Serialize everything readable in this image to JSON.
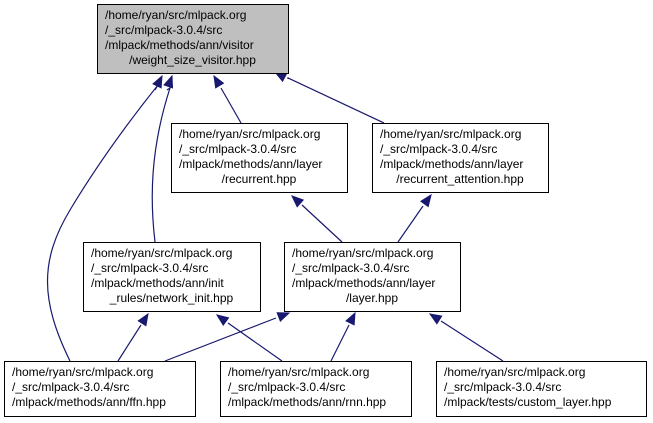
{
  "diagram": {
    "type": "include-dependency-graph",
    "colors": {
      "edge": "#191970",
      "root_fill": "#bfbfbf",
      "node_fill": "#ffffff",
      "border": "#000000"
    },
    "nodes": [
      {
        "id": "weight_size_visitor",
        "root": true,
        "lines": [
          "/home/ryan/src/mlpack.org",
          "/_src/mlpack-3.0.4/src",
          "/mlpack/methods/ann/visitor",
          "/weight_size_visitor.hpp"
        ]
      },
      {
        "id": "recurrent",
        "root": false,
        "lines": [
          "/home/ryan/src/mlpack.org",
          "/_src/mlpack-3.0.4/src",
          "/mlpack/methods/ann/layer",
          "/recurrent.hpp"
        ]
      },
      {
        "id": "recurrent_attention",
        "root": false,
        "lines": [
          "/home/ryan/src/mlpack.org",
          "/_src/mlpack-3.0.4/src",
          "/mlpack/methods/ann/layer",
          "/recurrent_attention.hpp"
        ]
      },
      {
        "id": "network_init",
        "root": false,
        "lines": [
          "/home/ryan/src/mlpack.org",
          "/_src/mlpack-3.0.4/src",
          "/mlpack/methods/ann/init",
          "_rules/network_init.hpp"
        ]
      },
      {
        "id": "layer",
        "root": false,
        "lines": [
          "/home/ryan/src/mlpack.org",
          "/_src/mlpack-3.0.4/src",
          "/mlpack/methods/ann/layer",
          "/layer.hpp"
        ]
      },
      {
        "id": "ffn",
        "root": false,
        "lines": [
          "/home/ryan/src/mlpack.org",
          "/_src/mlpack-3.0.4/src",
          "/mlpack/methods/ann/ffn.hpp"
        ]
      },
      {
        "id": "rnn",
        "root": false,
        "lines": [
          "/home/ryan/src/mlpack.org",
          "/_src/mlpack-3.0.4/src",
          "/mlpack/methods/ann/rnn.hpp"
        ]
      },
      {
        "id": "custom_layer",
        "root": false,
        "lines": [
          "/home/ryan/src/mlpack.org",
          "/_src/mlpack-3.0.4/src",
          "/mlpack/tests/custom_layer.hpp"
        ]
      }
    ],
    "edges": [
      {
        "from": "ffn",
        "to": "weight_size_visitor"
      },
      {
        "from": "network_init",
        "to": "weight_size_visitor"
      },
      {
        "from": "recurrent",
        "to": "weight_size_visitor"
      },
      {
        "from": "recurrent_attention",
        "to": "weight_size_visitor"
      },
      {
        "from": "layer",
        "to": "recurrent"
      },
      {
        "from": "layer",
        "to": "recurrent_attention"
      },
      {
        "from": "ffn",
        "to": "network_init"
      },
      {
        "from": "rnn",
        "to": "network_init"
      },
      {
        "from": "ffn",
        "to": "layer"
      },
      {
        "from": "rnn",
        "to": "layer"
      },
      {
        "from": "custom_layer",
        "to": "layer"
      }
    ]
  }
}
